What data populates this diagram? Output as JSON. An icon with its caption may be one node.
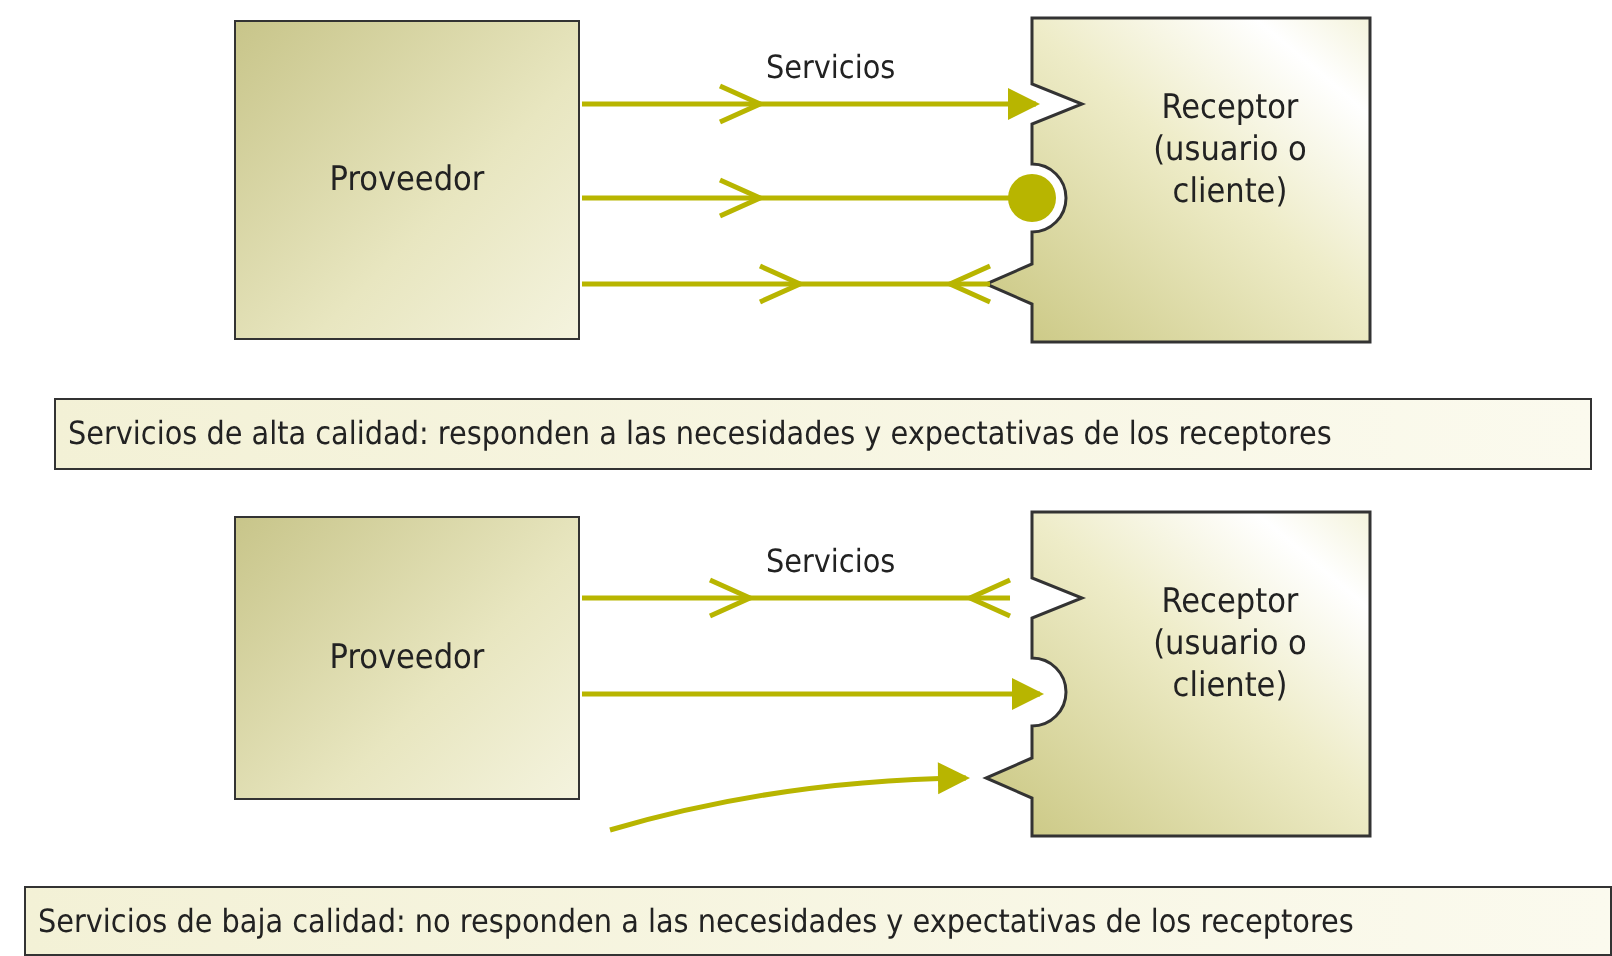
{
  "diagram": {
    "nodes": [
      {
        "text": [
          "Proveedor"
        ]
      },
      {
        "text": [
          "Receptor (usuario o cliente)"
        ]
      },
      {
        "text": [
          "Servicios de alta calidad: responden a las necesidades y expectativas de los receptores"
        ]
      },
      {
        "text": [
          "Proveedor"
        ]
      },
      {
        "text": [
          "Receptor (usuario o cliente)"
        ]
      },
      {
        "text": [
          "Servicios de baja calidad: no responden a las necesidades y expectativas de los receptores"
        ]
      }
    ],
    "edges": [
      {
        "from": 0,
        "to": 1,
        "arrow": "to",
        "label": "Servicios"
      },
      {
        "from": 0,
        "to": 1,
        "arrow": "other"
      },
      {
        "from": 0,
        "to": 1,
        "arrow": "other"
      },
      {
        "from": 3,
        "to": 4,
        "arrow": "other",
        "label": "Servicios"
      },
      {
        "from": 3,
        "to": 4,
        "arrow": "to"
      },
      {
        "from": null,
        "to": 4,
        "arrow": "to"
      }
    ]
  }
}
